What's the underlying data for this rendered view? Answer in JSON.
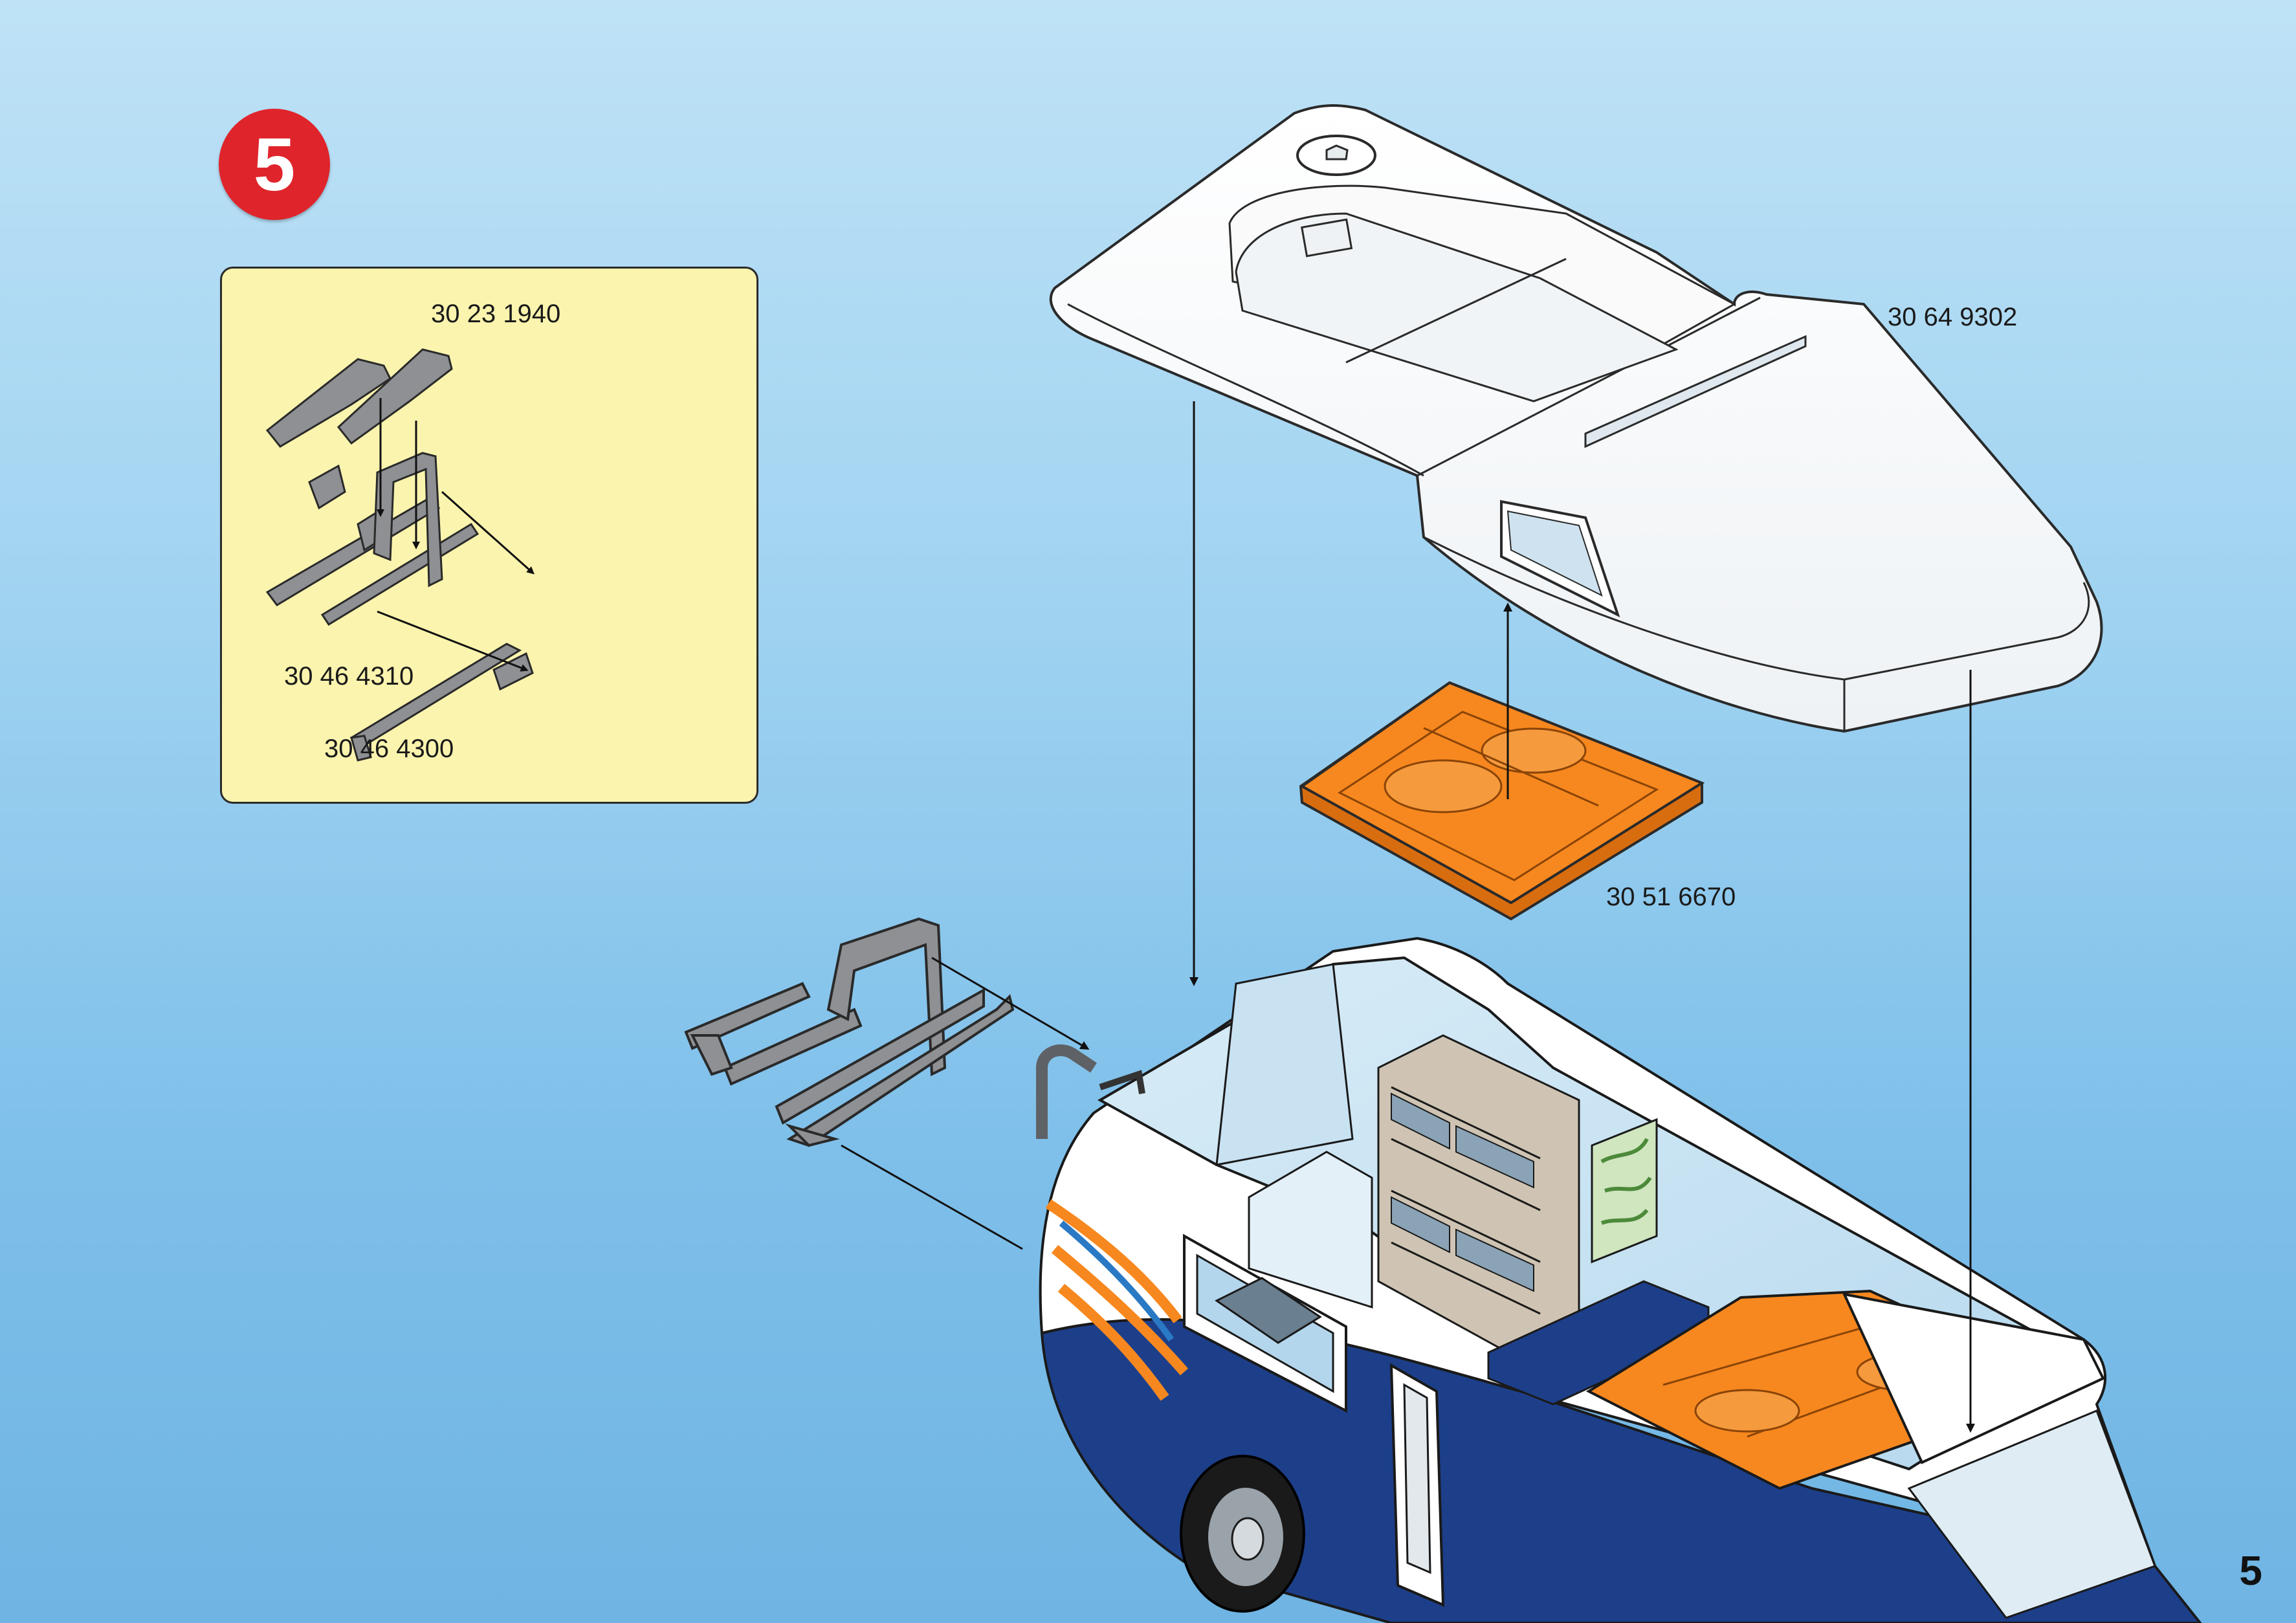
{
  "step": {
    "number": "5"
  },
  "page": {
    "number": "5"
  },
  "parts": {
    "bike_carrier_arm": "30 23 1940",
    "roof": "30 64 9302",
    "bike_holder": "30 46 4310",
    "rack_base": "30 46 4300",
    "roof_bed": "30 51 6670"
  },
  "colors": {
    "step_badge": "#e0242b",
    "inset_background": "#fbf4ae",
    "rack_part": "#8e9093",
    "bed_part": "#f7881f",
    "camper_blue": "#1d3f8a",
    "roof_white": "#ffffff"
  }
}
